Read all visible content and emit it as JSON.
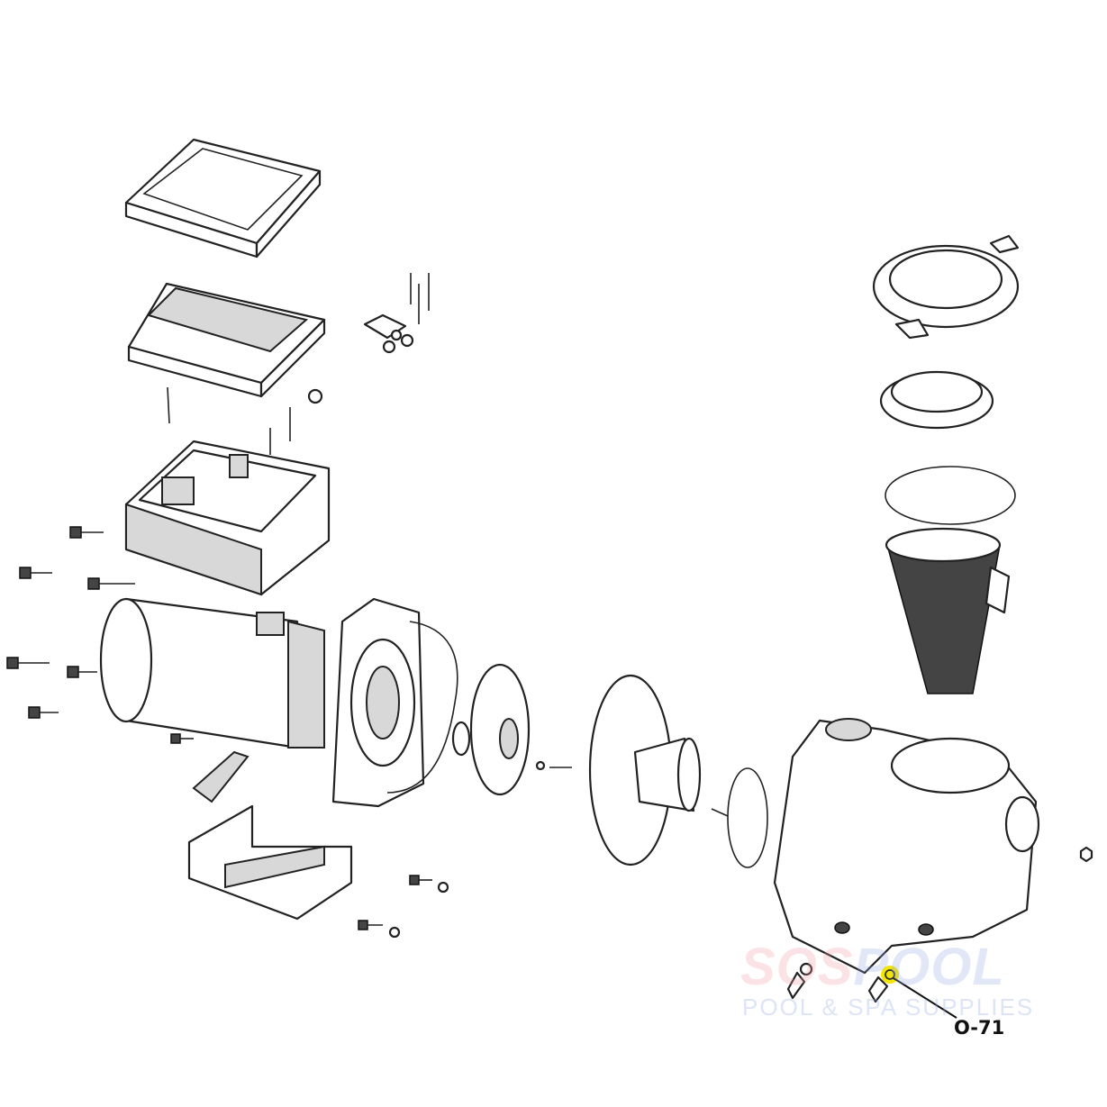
{
  "callout": {
    "part_label": "O-71",
    "highlight_color": "#f2e600"
  },
  "watermark": {
    "brand_part1": "SOS",
    "brand_part2": "POOL",
    "tagline": "POOL & SPA SUPPLIES"
  }
}
